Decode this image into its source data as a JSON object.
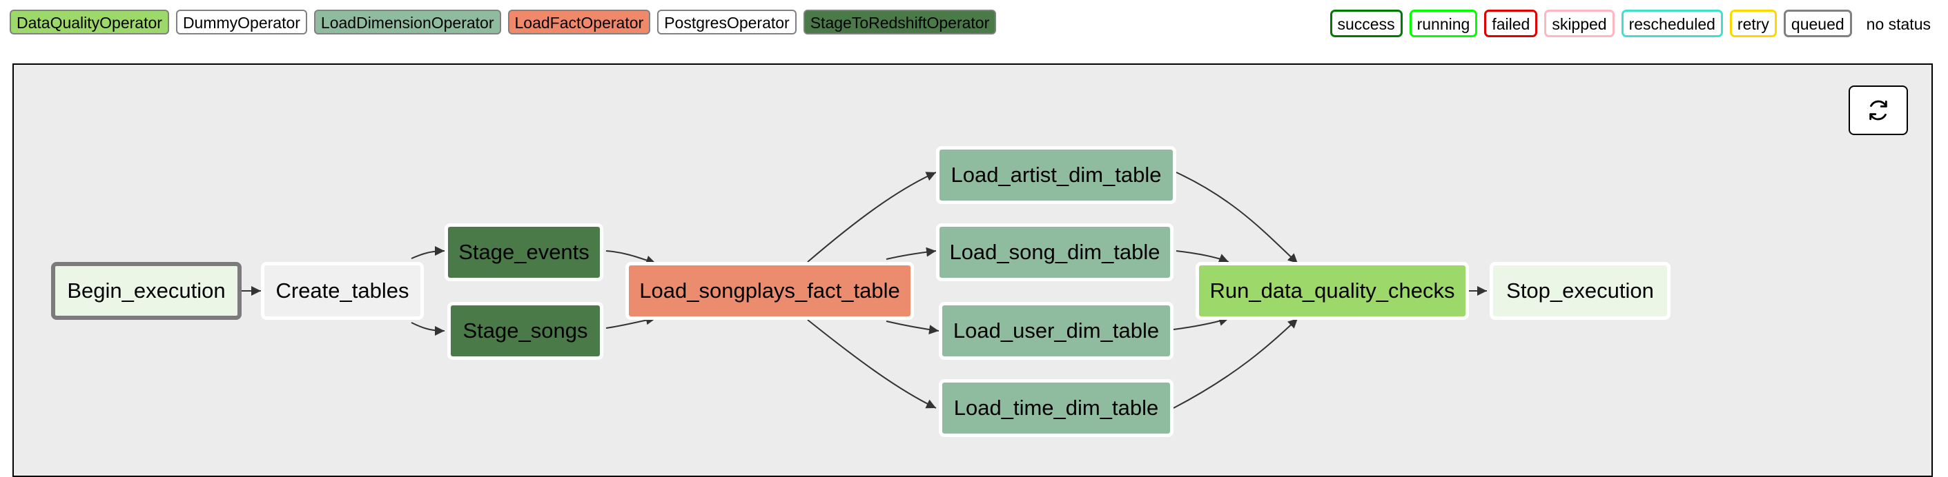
{
  "operator_legend": [
    {
      "label": "DataQualityOperator",
      "color": "#9dd86a"
    },
    {
      "label": "DummyOperator",
      "color": "#ffffff"
    },
    {
      "label": "LoadDimensionOperator",
      "color": "#8fbc9f"
    },
    {
      "label": "LoadFactOperator",
      "color": "#f0886a"
    },
    {
      "label": "PostgresOperator",
      "color": "#ffffff"
    },
    {
      "label": "StageToRedshiftOperator",
      "color": "#4a7a47"
    }
  ],
  "state_legend": [
    {
      "label": "success",
      "color": "#007a00"
    },
    {
      "label": "running",
      "color": "#00ff00"
    },
    {
      "label": "failed",
      "color": "#e00000"
    },
    {
      "label": "skipped",
      "color": "#ffb6c1"
    },
    {
      "label": "rescheduled",
      "color": "#40e0d0"
    },
    {
      "label": "retry",
      "color": "#ffd700"
    },
    {
      "label": "queued",
      "color": "#808080"
    },
    {
      "label": "no status",
      "color": "#ffffff"
    }
  ],
  "refresh": {
    "icon": "refresh-icon"
  },
  "tasks": [
    {
      "id": "begin-execution",
      "label": "Begin_execution",
      "color": "#ecf6e6"
    },
    {
      "id": "create-tables",
      "label": "Create_tables",
      "color": "#f0f0f0"
    },
    {
      "id": "stage-events",
      "label": "Stage_events",
      "color": "#4a7a47"
    },
    {
      "id": "stage-songs",
      "label": "Stage_songs",
      "color": "#4a7a47"
    },
    {
      "id": "load-songplays-fact-table",
      "label": "Load_songplays_fact_table",
      "color": "#ec8c6e"
    },
    {
      "id": "load-artist-dim-table",
      "label": "Load_artist_dim_table",
      "color": "#8fbc9f"
    },
    {
      "id": "load-song-dim-table",
      "label": "Load_song_dim_table",
      "color": "#8fbc9f"
    },
    {
      "id": "load-user-dim-table",
      "label": "Load_user_dim_table",
      "color": "#8fbc9f"
    },
    {
      "id": "load-time-dim-table",
      "label": "Load_time_dim_table",
      "color": "#8fbc9f"
    },
    {
      "id": "run-data-quality-checks",
      "label": "Run_data_quality_checks",
      "color": "#9dd86a"
    },
    {
      "id": "stop-execution",
      "label": "Stop_execution",
      "color": "#ecf6e6"
    }
  ]
}
